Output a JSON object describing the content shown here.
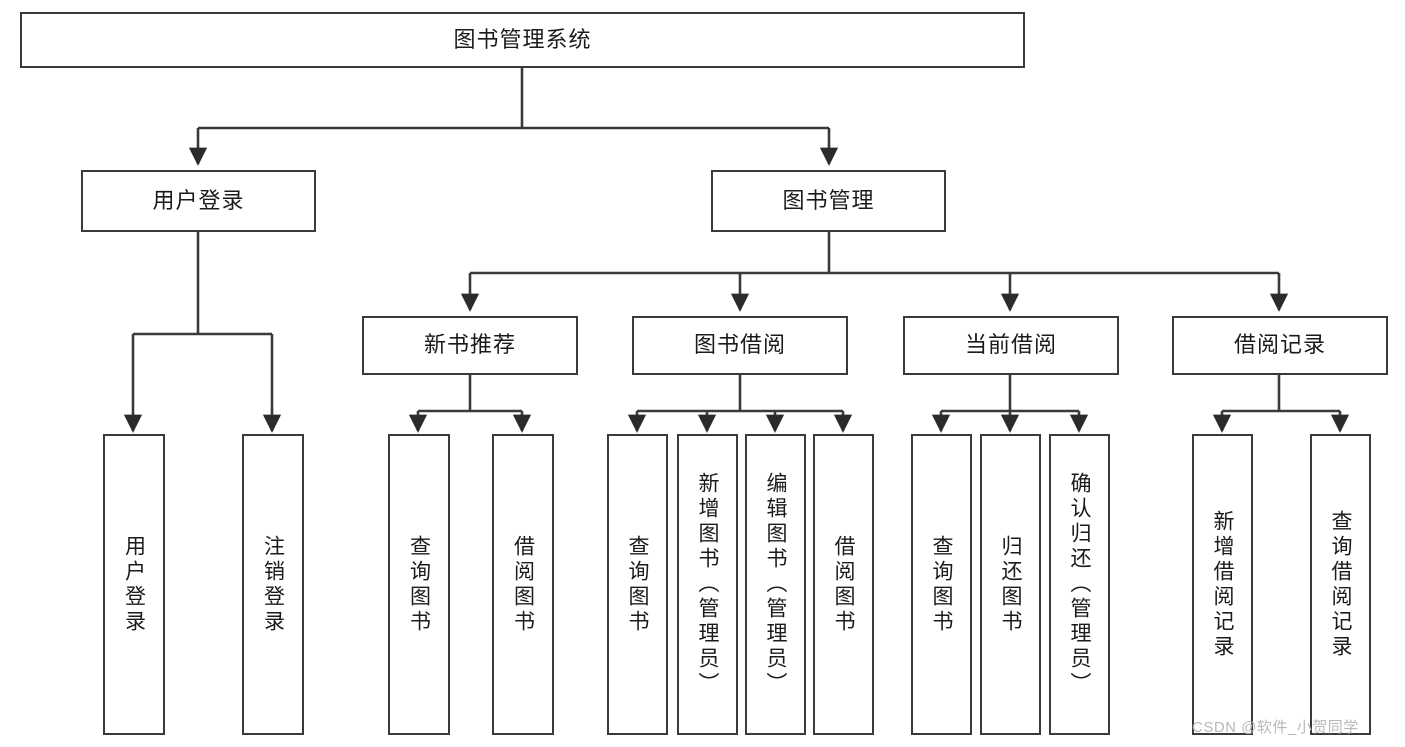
{
  "diagram": {
    "title": "图书管理系统",
    "watermark": "CSDN @软件_小贺同学",
    "colors": {
      "stroke": "#3a3a3a",
      "fill": "#ffffff",
      "text": "#1b1b1b",
      "watermark": "#b9b9b9"
    },
    "nodes": {
      "root": "图书管理系统",
      "level2": {
        "user_login": "用户登录",
        "book_manage": "图书管理"
      },
      "level3": {
        "new_book_recommend": "新书推荐",
        "book_borrow": "图书借阅",
        "current_borrow": "当前借阅",
        "borrow_record": "借阅记录"
      },
      "leaves": {
        "user_login_leaf": "用户登录",
        "logout_leaf": "注销登录",
        "recommend_query": "查询图书",
        "recommend_borrow": "借阅图书",
        "borrow_query": "查询图书",
        "borrow_add": "新增图书（管理员）",
        "borrow_edit": "编辑图书（管理员）",
        "borrow_lend": "借阅图书",
        "current_query": "查询图书",
        "current_return": "归还图书",
        "current_confirm": "确认归还（管理员）",
        "record_add": "新增借阅记录",
        "record_query": "查询借阅记录"
      }
    }
  }
}
